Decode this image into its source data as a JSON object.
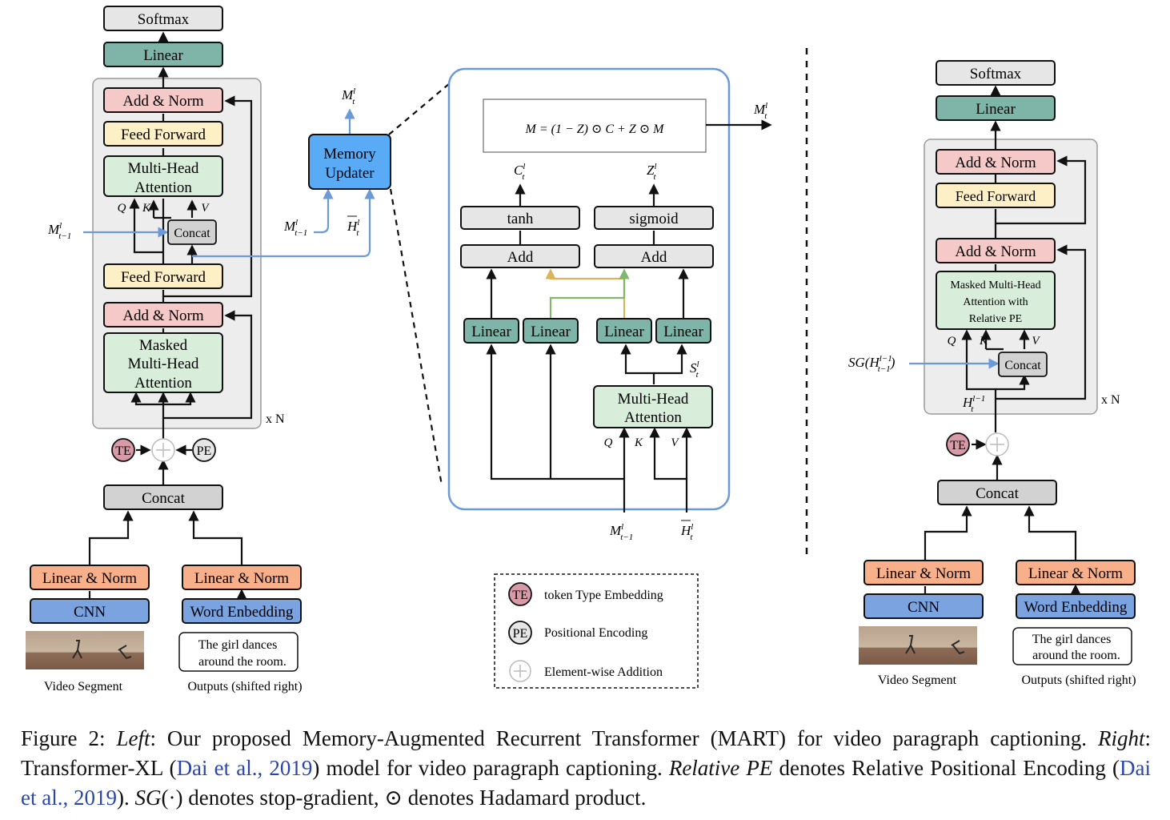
{
  "left_model": {
    "softmax": "Softmax",
    "linear": "Linear",
    "add_norm_top": "Add & Norm",
    "feed_forward_top": "Feed Forward",
    "mha_line1": "Multi-Head",
    "mha_line2": "Attention",
    "q": "Q",
    "k": "K",
    "v": "V",
    "concat_small": "Concat",
    "mem_prev": "M",
    "feed_forward_bottom": "Feed Forward",
    "add_norm_bottom": "Add & Norm",
    "masked_line1": "Masked",
    "masked_line2": "Multi-Head",
    "masked_line3": "Attention",
    "repeat": "x N",
    "te": "TE",
    "pe": "PE",
    "concat": "Concat",
    "linear_norm_video": "Linear & Norm",
    "cnn": "CNN",
    "linear_norm_text": "Linear & Norm",
    "word_embedding": "Word Enbedding",
    "sentence_line1": "The girl dances",
    "sentence_line2": "around the room.",
    "video_label": "Video Segment",
    "outputs_label": "Outputs (shifted right)"
  },
  "memory_updater": {
    "line1": "Memory",
    "line2": "Updater",
    "out_label": "M",
    "in_mem": "M",
    "in_h": "H"
  },
  "detail": {
    "equation": "M = (1 − Z) ⊙ C + Z ⊙ M",
    "out_label": "M",
    "c_label": "C",
    "z_label": "Z",
    "tanh": "tanh",
    "sigmoid": "sigmoid",
    "add": "Add",
    "linear": "Linear",
    "s_label": "S",
    "mha_line1": "Multi-Head",
    "mha_line2": "Attention",
    "q": "Q",
    "k": "K",
    "v": "V",
    "in_mem": "M",
    "in_h": "H"
  },
  "legend": {
    "te": "TE",
    "te_desc": "token Type Embedding",
    "pe": "PE",
    "pe_desc": "Positional Encoding",
    "add_desc": "Element-wise Addition"
  },
  "right_model": {
    "softmax": "Softmax",
    "linear": "Linear",
    "add_norm_top": "Add & Norm",
    "feed_forward": "Feed Forward",
    "add_norm_mid": "Add & Norm",
    "masked_line1": "Masked Multi-Head",
    "masked_line2": "Attention with",
    "masked_line3": "Relative PE",
    "q": "Q",
    "k": "K",
    "v": "V",
    "concat_small": "Concat",
    "sg": "SG(H",
    "h_label": "H",
    "repeat": "x N",
    "te": "TE",
    "concat": "Concat",
    "linear_norm_video": "Linear & Norm",
    "cnn": "CNN",
    "linear_norm_text": "Linear & Norm",
    "word_embedding": "Word Enbedding",
    "sentence_line1": "The girl dances",
    "sentence_line2": "around the room.",
    "video_label": "Video Segment",
    "outputs_label": "Outputs (shifted right)"
  },
  "caption": {
    "p1": "Figure 2: ",
    "p2": "Left",
    "p3": ": Our proposed Memory-Augmented Recurrent Transformer (MART) for video paragraph captioning. ",
    "p4": "Right",
    "p5": ": Transformer-XL (",
    "cite1": "Dai et al., 2019",
    "p6": ") model for video paragraph captioning. ",
    "p7": "Relative PE",
    "p8": " denotes Relative Positional Encoding (",
    "cite2": "Dai et al., 2019",
    "p9": "). ",
    "p10": "SG",
    "p11": "(·) denotes stop-gradient, ⊙ denotes Hadamard product."
  },
  "colors": {
    "softmax_gray": "#e6e6e6",
    "linear_teal": "#7fb5a8",
    "add_norm_pink": "#f6c9c9",
    "feed_forward_yellow": "#fdf0c6",
    "attention_green": "#d8eedb",
    "concat_gray": "#d2d2d2",
    "linear_norm_orange": "#f8b08a",
    "cnn_blue": "#7aa3e0",
    "memory_blue": "#5aabf5",
    "arrow_blue": "#6c9ad9",
    "te_pink": "#d99aa8",
    "panel_gray": "#ededed",
    "arrow_gold": "#d9b45a",
    "arrow_green": "#7fb86c"
  }
}
